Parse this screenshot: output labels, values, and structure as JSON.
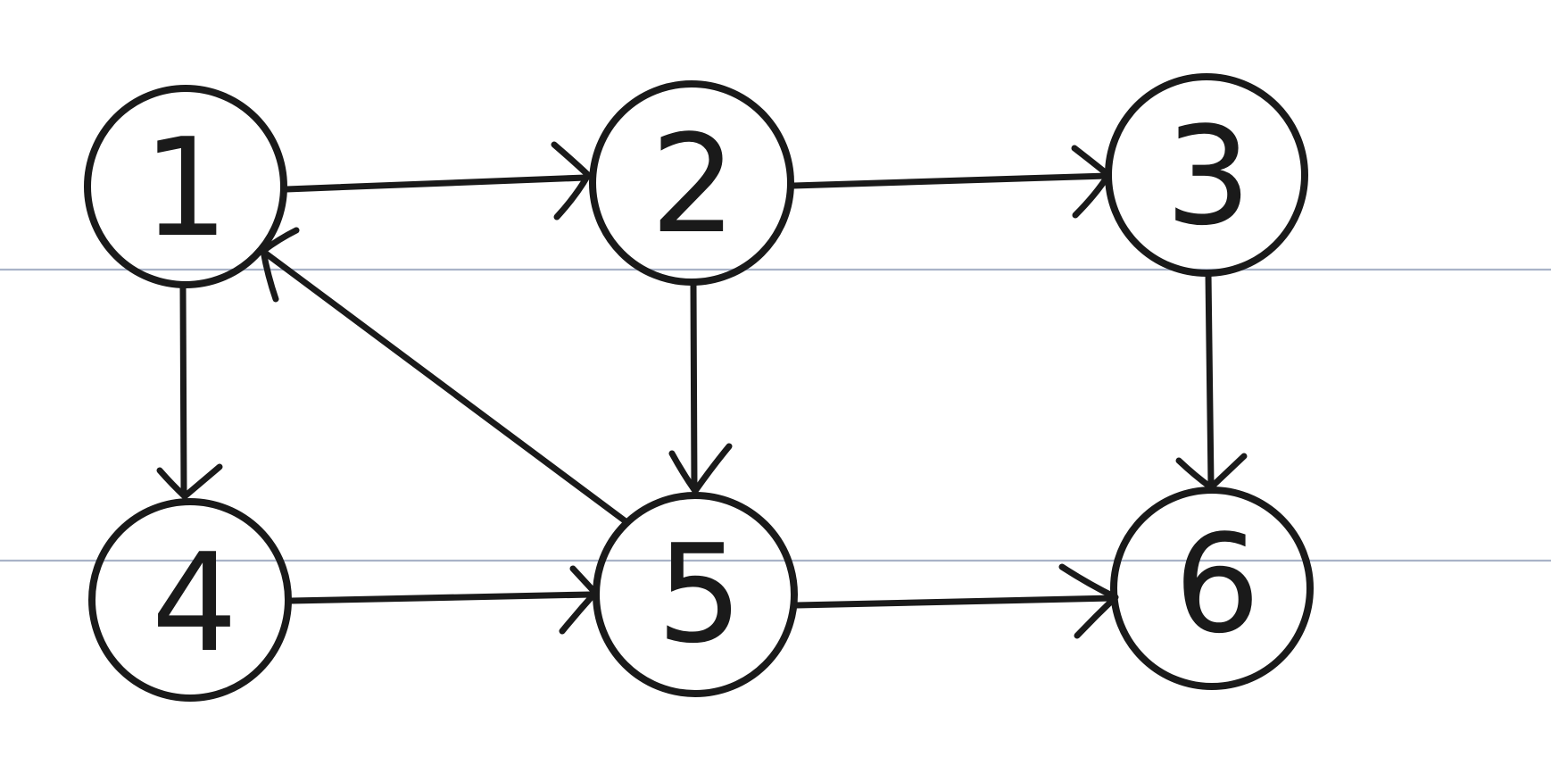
{
  "diagram": {
    "kind": "hand-drawn directed graph on ruled paper",
    "node_count": 6,
    "nodes": [
      {
        "id": "1",
        "label": "1"
      },
      {
        "id": "2",
        "label": "2"
      },
      {
        "id": "3",
        "label": "3"
      },
      {
        "id": "4",
        "label": "4"
      },
      {
        "id": "5",
        "label": "5"
      },
      {
        "id": "6",
        "label": "6"
      }
    ],
    "edges": [
      {
        "from": "1",
        "to": "2"
      },
      {
        "from": "2",
        "to": "3"
      },
      {
        "from": "1",
        "to": "4"
      },
      {
        "from": "2",
        "to": "5"
      },
      {
        "from": "3",
        "to": "6"
      },
      {
        "from": "4",
        "to": "5"
      },
      {
        "from": "5",
        "to": "6"
      },
      {
        "from": "5",
        "to": "1"
      }
    ],
    "colors": {
      "ink": "#1a1a1a",
      "ruled_line": "#a9b3c8",
      "background": "#ffffff"
    },
    "ruled_lines": {
      "count": 2
    }
  }
}
